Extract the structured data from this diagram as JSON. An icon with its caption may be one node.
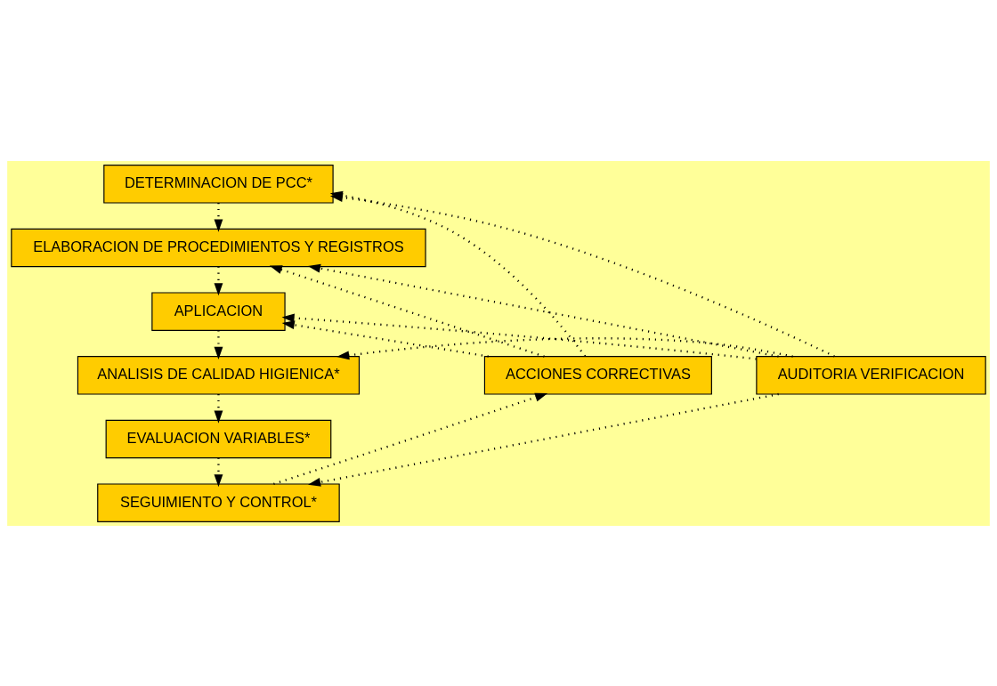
{
  "diagram": {
    "nodes": [
      {
        "text": [
          "DETERMINACION DE PCC*"
        ]
      },
      {
        "text": [
          "ELABORACION DE PROCEDIMIENTOS Y REGISTROS"
        ]
      },
      {
        "text": [
          "APLICACION"
        ]
      },
      {
        "text": [
          "ANALISIS DE CALIDAD HIGIENICA*"
        ]
      },
      {
        "text": [
          "EVALUACION VARIABLES*"
        ]
      },
      {
        "text": [
          "SEGUIMIENTO Y CONTROL*"
        ]
      },
      {
        "text": [
          "ACCIONES CORRECTIVAS"
        ]
      },
      {
        "text": [
          "AUDITORIA VERIFICACION"
        ]
      }
    ],
    "edges": [
      {
        "from": 0,
        "to": 1,
        "arrow": "to",
        "style": "dashed"
      },
      {
        "from": 1,
        "to": 2,
        "arrow": "to",
        "style": "dashed"
      },
      {
        "from": 2,
        "to": 3,
        "arrow": "to",
        "style": "dashed"
      },
      {
        "from": 3,
        "to": 4,
        "arrow": "to",
        "style": "dashed"
      },
      {
        "from": 4,
        "to": 5,
        "arrow": "to",
        "style": "dashed"
      },
      {
        "from": 5,
        "to": 6,
        "arrow": "to",
        "style": "dashed"
      },
      {
        "from": 6,
        "to": 0,
        "arrow": "to",
        "style": "dashed"
      },
      {
        "from": 6,
        "to": 1,
        "arrow": "to",
        "style": "dashed"
      },
      {
        "from": 6,
        "to": 2,
        "arrow": "to",
        "style": "dashed"
      },
      {
        "from": 7,
        "to": 0,
        "arrow": "to",
        "style": "dashed"
      },
      {
        "from": 7,
        "to": 1,
        "arrow": "to",
        "style": "dashed"
      },
      {
        "from": 7,
        "to": 2,
        "arrow": "to",
        "style": "dashed"
      },
      {
        "from": 7,
        "to": 3,
        "arrow": "to",
        "style": "dashed"
      },
      {
        "from": 7,
        "to": 5,
        "arrow": "to",
        "style": "dashed"
      }
    ]
  }
}
